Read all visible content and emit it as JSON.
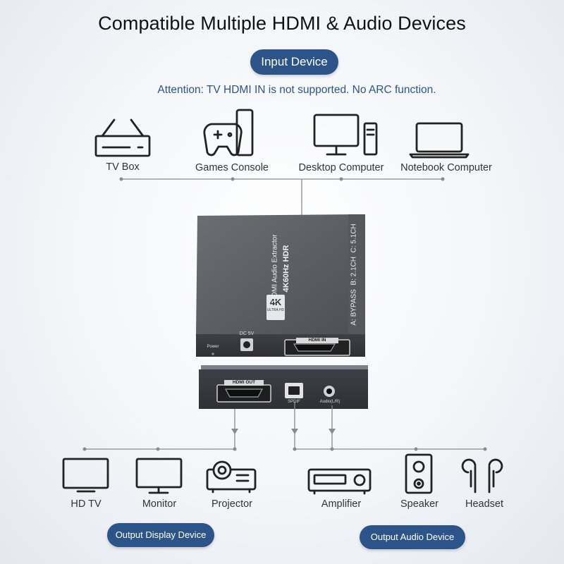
{
  "title": "Compatible Multiple HDMI & Audio Devices",
  "input_section": {
    "pill_label": "Input Device",
    "attention": "Attention: TV HDMI IN is not supported. No ARC function."
  },
  "input_devices": [
    {
      "label": "TV Box",
      "icon": "tv-box-icon"
    },
    {
      "label": "Games Console",
      "icon": "games-console-icon"
    },
    {
      "label": "Desktop Computer",
      "icon": "desktop-computer-icon"
    },
    {
      "label": "Notebook Computer",
      "icon": "notebook-computer-icon"
    }
  ],
  "device": {
    "badge_4k": "4K",
    "badge_sub": "ULTRA HD",
    "product_line1": "HDMI Audio Extractor",
    "product_line2": "4K60Hz HDR",
    "modes": "A: BYPASS  B: 2.1CH  C: 5.1CH",
    "power_label": "Power",
    "dc_label": "DC 5V",
    "hdmi_in_label": "HDMI IN",
    "hdmi_out_label": "HDMI OUT",
    "spdif_label": "SPDIF",
    "audio_label": "Audio(L/R)"
  },
  "output_display_devices": [
    {
      "label": "HD TV",
      "icon": "hd-tv-icon"
    },
    {
      "label": "Monitor",
      "icon": "monitor-icon"
    },
    {
      "label": "Projector",
      "icon": "projector-icon"
    }
  ],
  "output_audio_devices": [
    {
      "label": "Amplifier",
      "icon": "amplifier-icon"
    },
    {
      "label": "Speaker",
      "icon": "speaker-icon"
    },
    {
      "label": "Headset",
      "icon": "headset-icon"
    }
  ],
  "output_display_pill": "Output Display Device",
  "output_audio_pill": "Output Audio Device",
  "colors": {
    "accent": "#2c5488",
    "device_body": "#4a4d52"
  }
}
